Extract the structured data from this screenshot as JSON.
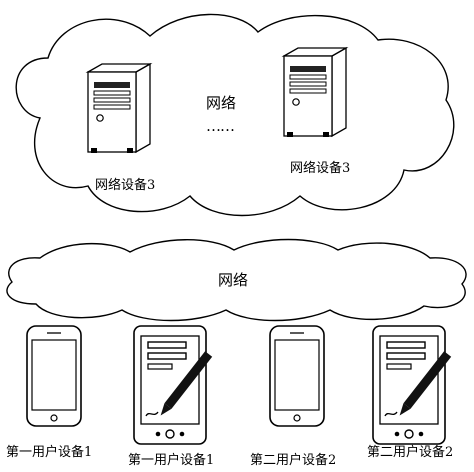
{
  "top_cloud": {
    "label": "网络",
    "ellipsis": "……"
  },
  "servers": [
    {
      "label": "网络设备3"
    },
    {
      "label": "网络设备3"
    }
  ],
  "middle_cloud": {
    "label": "网络"
  },
  "devices": [
    {
      "label": "第一用户设备1",
      "kind": "smartphone"
    },
    {
      "label": "第一用户设备1",
      "kind": "tablet-with-stylus"
    },
    {
      "label": "第二用户设备2",
      "kind": "smartphone"
    },
    {
      "label": "第二用户设备2",
      "kind": "tablet-with-stylus"
    }
  ]
}
